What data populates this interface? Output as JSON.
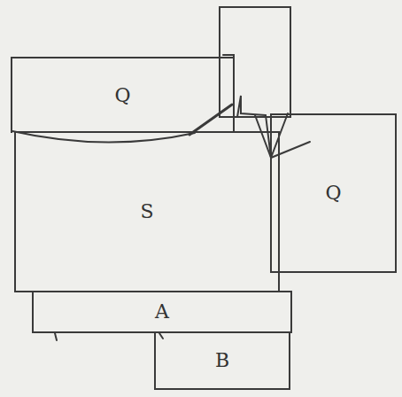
{
  "diagram": {
    "nodes": [
      {
        "text": [
          "Q"
        ]
      },
      {
        "text": [
          "S"
        ]
      },
      {
        "text": [
          "Q"
        ]
      },
      {
        "text": [
          "A"
        ]
      },
      {
        "text": [
          "B"
        ]
      }
    ]
  }
}
